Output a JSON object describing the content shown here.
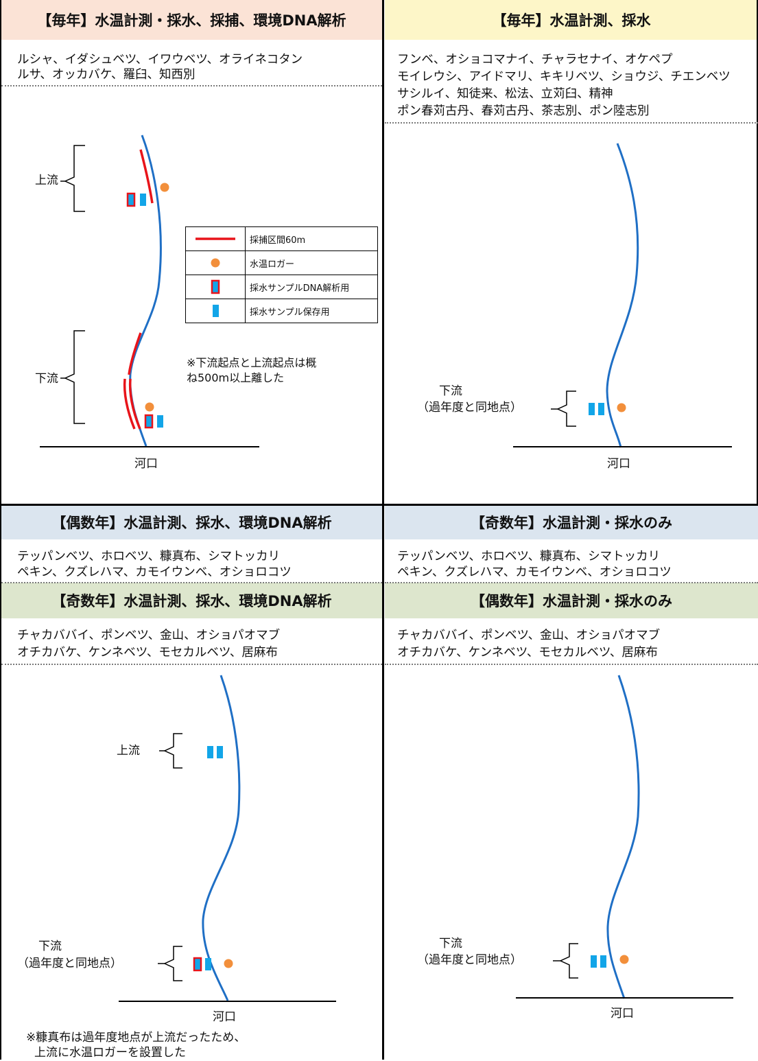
{
  "panels": {
    "top_left": {
      "header": "【毎年】水温計測・採水、採捕、環境DNA解析",
      "rivers": [
        "ルシャ、イダシュベツ、イワウベツ、オライネコタン",
        "ルサ、オッカバケ、羅臼、知西別"
      ],
      "labels": {
        "upstream": "上流",
        "downstream": "下流",
        "river_mouth": "河口"
      },
      "note": [
        "※下流起点と上流起点は概",
        "ね500m以上離した"
      ]
    },
    "top_right": {
      "header": "【毎年】水温計測、採水",
      "rivers": [
        "フンベ、オショコマナイ、チャラセナイ、オケペプ",
        "モイレウシ、アイドマリ、キキリベツ、ショウジ、チエンベツ",
        "サシルイ、知徒来、松法、立苅臼、精神",
        "ポン春苅古丹、春苅古丹、茶志別、ポン陸志別"
      ],
      "labels": {
        "downstream": "下流",
        "same_site": "（過年度と同地点）",
        "river_mouth": "河口"
      }
    },
    "bottom_left": {
      "header_a": "【偶数年】水温計測、採水、環境DNA解析",
      "rivers_a": [
        "テッパンベツ、ホロベツ、糠真布、シマトッカリ",
        "ペキン、クズレハマ、カモイウンベ、オショロコツ"
      ],
      "header_b": "【奇数年】水温計測、採水、環境DNA解析",
      "rivers_b": [
        "チャカババイ、ポンベツ、金山、オショパオマブ",
        "オチカバケ、ケンネベツ、モセカルベツ、居麻布"
      ],
      "labels": {
        "upstream": "上流",
        "downstream": "下流",
        "same_site": "（過年度と同地点）",
        "river_mouth": "河口"
      },
      "note": [
        "※糠真布は過年度地点が上流だったため、",
        "上流に水温ロガーを設置した"
      ]
    },
    "bottom_right": {
      "header_a": "【奇数年】水温計測・採水のみ",
      "rivers_a": [
        "テッパンベツ、ホロベツ、糠真布、シマトッカリ",
        "ペキン、クズレハマ、カモイウンベ、オショロコツ"
      ],
      "header_b": "【偶数年】水温計測・採水のみ",
      "rivers_b": [
        "チャカババイ、ポンベツ、金山、オショパオマブ",
        "オチカバケ、ケンネベツ、モセカルベツ、居麻布"
      ],
      "labels": {
        "downstream": "下流",
        "same_site": "（過年度と同地点）",
        "river_mouth": "河口"
      }
    }
  },
  "legend": [
    {
      "icon": "red-line-icon",
      "label": "採捕区間60m"
    },
    {
      "icon": "orange-dot-icon",
      "label": "水温ロガー"
    },
    {
      "icon": "red-outlined-blue-rect-icon",
      "label": "採水サンプルDNA解析用"
    },
    {
      "icon": "blue-rect-icon",
      "label": "採水サンプル保存用"
    }
  ],
  "colors": {
    "river": "#1f6fc5",
    "capture_section": "#e8141a",
    "logger": "#f28f3b",
    "sample": "#12a5e8",
    "header_peach": "#fbe3d6",
    "header_yellow": "#fdf6c8",
    "header_blue": "#dbe5ef",
    "header_green": "#dde6cd"
  }
}
